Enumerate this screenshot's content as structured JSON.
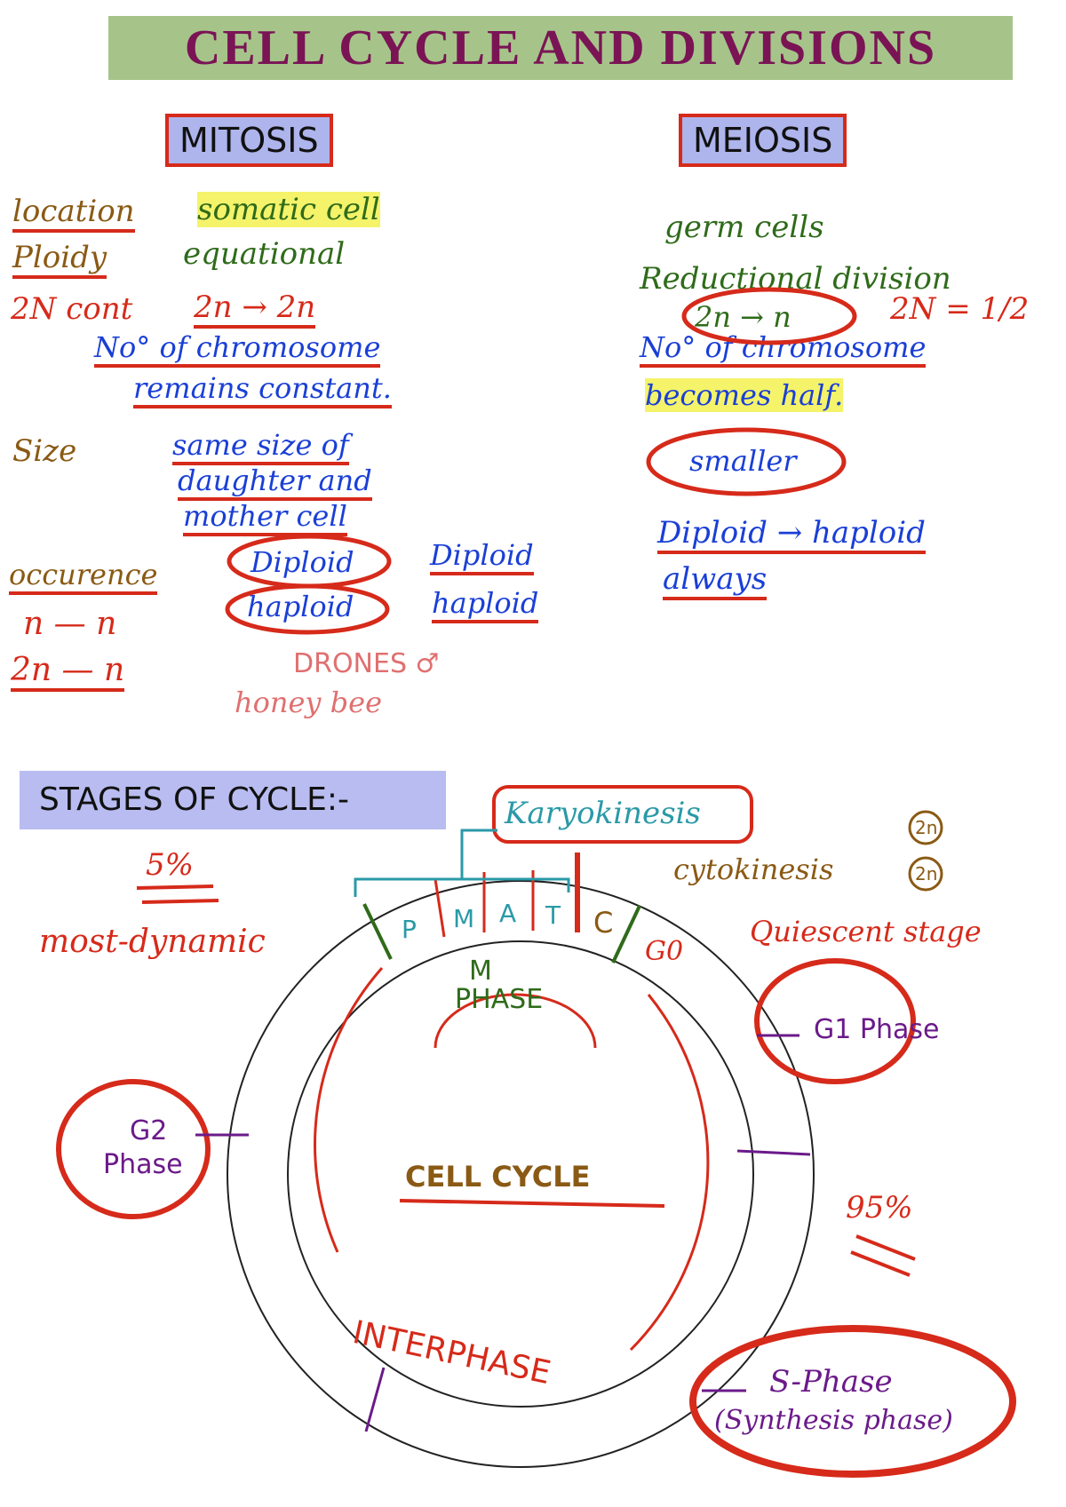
{
  "title": "CELL CYCLE AND DIVISIONS",
  "mitosis": {
    "heading": "MITOSIS",
    "location_label": "location",
    "location_value": "somatic cell",
    "ploidy_label": "Ploidy",
    "ploidy_value": "equational",
    "n_label": "2N cont",
    "n_value": "2n → 2n",
    "chrom_line1": "No° of chromosome",
    "chrom_line2": "remains constant.",
    "size_label": "Size",
    "size_line1": "same size of",
    "size_line2": "daughter and",
    "size_line3": "mother cell",
    "occ_label": "occurence",
    "occ_line1_a": "Diploid",
    "occ_line1_b": "Diploid",
    "occ_line2_a": "haploid",
    "occ_line2_b": "haploid",
    "side_n1": "n — n",
    "side_n2": "2n — n",
    "drones": "DRONES ♂",
    "honey": "honey bee"
  },
  "meiosis": {
    "heading": "MEIOSIS",
    "line_germ": "germ cells",
    "line_reductional": "Reductional division",
    "ratio": "2n → n",
    "half": "2N = 1/2",
    "chrom_line1": "No° of chromosome",
    "chrom_line2": "becomes half.",
    "smaller": "smaller",
    "diploid_haploid": "Diploid → haploid",
    "always": "always"
  },
  "stages": {
    "heading": "STAGES OF CYCLE:-",
    "karyokinesis": "Karyokinesis",
    "cytokinesis": "cytokinesis",
    "badge_top": "2n",
    "badge_bottom": "2n",
    "five_percent": "5%",
    "most_dynamic": "most-dynamic",
    "letters": [
      "P",
      "M",
      "A",
      "T",
      "C"
    ],
    "g0": "G0",
    "quiescent": "Quiescent stage",
    "m_phase_m": "M",
    "m_phase": "PHASE",
    "g1": "G1 Phase",
    "g2_line1": "G2",
    "g2_line2": "Phase",
    "cell_cycle": "CELL CYCLE",
    "ninety_five": "95%",
    "interphase": "INTERPHASE",
    "s_phase": "S-Phase",
    "s_phase_sub": "(Synthesis phase)"
  }
}
